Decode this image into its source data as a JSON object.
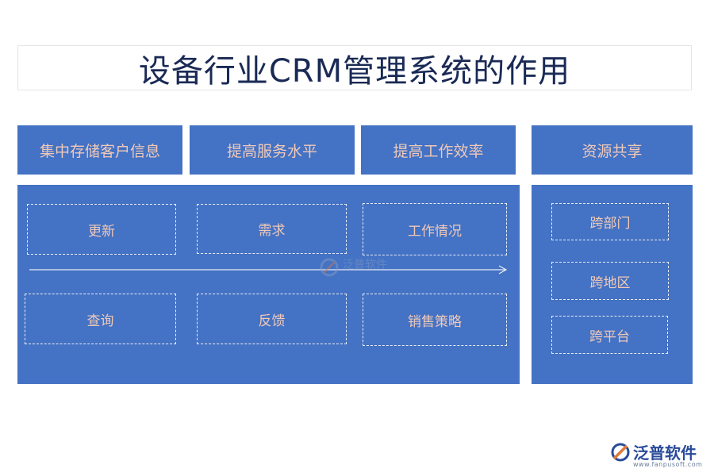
{
  "title": "设备行业CRM管理系统的作用",
  "headers": [
    "集中存储客户信息",
    "提高服务水平",
    "提高工作效率",
    "资源共享"
  ],
  "main_items_row1": [
    "更新",
    "需求",
    "工作情况"
  ],
  "main_items_row2": [
    "查询",
    "反馈",
    "销售策略"
  ],
  "side_items": [
    "跨部门",
    "跨地区",
    "跨平台"
  ],
  "watermark": {
    "text": "泛普软件"
  },
  "logo": {
    "text": "泛普软件",
    "url": "www.fanpusoft.com"
  },
  "colors": {
    "block": "#4472c4",
    "label": "#f0c9b8",
    "title": "#1a2a55"
  }
}
